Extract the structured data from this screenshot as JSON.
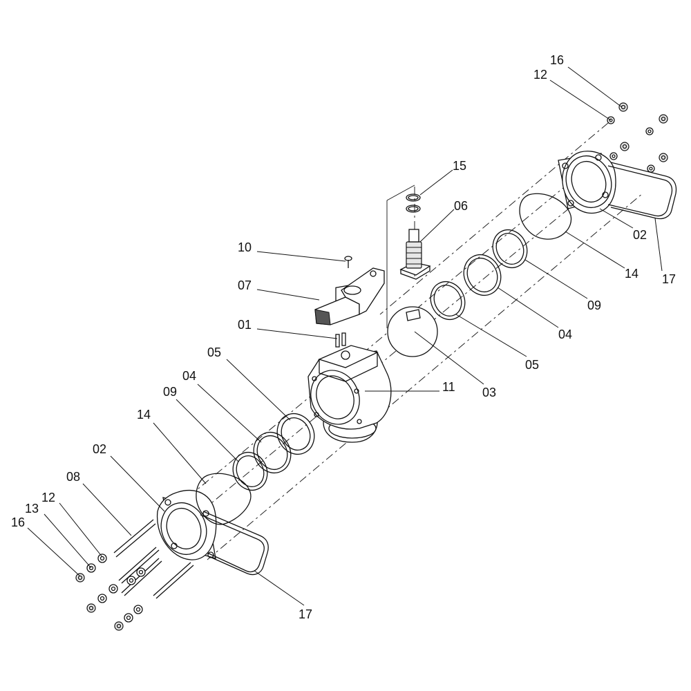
{
  "callouts": {
    "p01": "01",
    "p02_left": "02",
    "p02_right": "02",
    "p03": "03",
    "p04_left": "04",
    "p04_right": "04",
    "p05_left": "05",
    "p05_right": "05",
    "p06": "06",
    "p07": "07",
    "p08": "08",
    "p09_left": "09",
    "p09_right": "09",
    "p10": "10",
    "p11": "11",
    "p12_left": "12",
    "p12_right": "12",
    "p13": "13",
    "p14_left": "14",
    "p14_right": "14",
    "p15": "15",
    "p16_left": "16",
    "p16_right": "16",
    "p17_left": "17",
    "p17_right": "17"
  }
}
